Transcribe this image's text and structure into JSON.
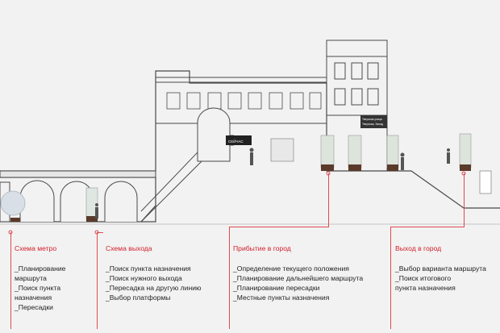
{
  "signs": {
    "a": "СЕЙЧАС",
    "b": "Тверская улица",
    "c": "Тверская, Запад"
  },
  "stages": [
    {
      "title": "Схема метро",
      "items": [
        "_Планирование",
        " маршрута",
        "_Поиск пункта",
        " назначения",
        "_Пересадки"
      ]
    },
    {
      "title": "Схема выхода",
      "items": [
        "_Поиск пункта назначения",
        "_Поиск нужного выхода",
        "_Пересадка на другую линию",
        "_Выбор платформы"
      ]
    },
    {
      "title": "Прибытие в город",
      "items": [
        "_Определение текущего положения",
        "_Планирование дальнейшего маршрута",
        "_Планирование пересадки",
        "_Местные пункты назначения"
      ]
    },
    {
      "title": "Выход в город",
      "items": [
        "_Выбор варианта маршрута",
        "_Поиск итогового",
        " пункта назначения"
      ]
    }
  ],
  "colors": {
    "accent": "#d21f2a",
    "line": "#4a4a4a",
    "background": "#f2f2f2"
  }
}
